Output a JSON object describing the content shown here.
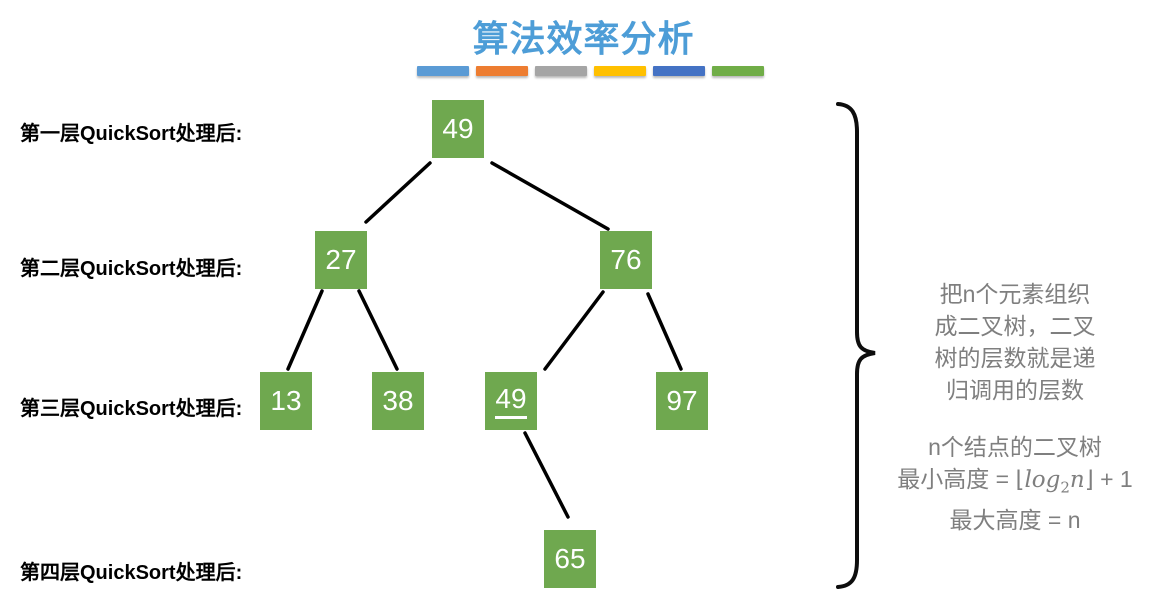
{
  "title": "算法效率分析",
  "colors": {
    "title": "#4D9DD7",
    "node_green": "#6FA84F",
    "annotation_gray": "#7F7F7F",
    "edge_black": "#000000"
  },
  "accent_bars": [
    {
      "name": "bar-blue",
      "color": "#5B9BD5"
    },
    {
      "name": "bar-orange",
      "color": "#ED7D31"
    },
    {
      "name": "bar-gray",
      "color": "#A5A5A5"
    },
    {
      "name": "bar-yellow",
      "color": "#FFC000"
    },
    {
      "name": "bar-dark-blue",
      "color": "#4472C4"
    },
    {
      "name": "bar-green",
      "color": "#70AD47"
    }
  ],
  "row_labels": [
    "第一层QuickSort处理后:",
    "第二层QuickSort处理后:",
    "第三层QuickSort处理后:",
    "第四层QuickSort处理后:"
  ],
  "tree": {
    "node_color": "#6FA84F",
    "nodes": [
      {
        "value": "49",
        "level": 1,
        "underlined": false
      },
      {
        "value": "27",
        "level": 2,
        "underlined": false
      },
      {
        "value": "76",
        "level": 2,
        "underlined": false
      },
      {
        "value": "13",
        "level": 3,
        "underlined": false
      },
      {
        "value": "38",
        "level": 3,
        "underlined": false
      },
      {
        "value": "49",
        "level": 3,
        "underlined": true
      },
      {
        "value": "97",
        "level": 3,
        "underlined": false
      },
      {
        "value": "65",
        "level": 4,
        "underlined": false
      }
    ],
    "edges": [
      [
        "49(L1)",
        "27"
      ],
      [
        "49(L1)",
        "76"
      ],
      [
        "27",
        "13"
      ],
      [
        "27",
        "38"
      ],
      [
        "76",
        "49(L3)"
      ],
      [
        "76",
        "97"
      ],
      [
        "49(L3)",
        "65"
      ]
    ]
  },
  "annotation": {
    "text_color": "#7F7F7F",
    "lines": [
      "把n个元素组织",
      "成二叉树，二叉",
      "树的层数就是递",
      "归调用的层数"
    ],
    "line_nodes": "n个结点的二叉树",
    "formula_min": {
      "pre": "最小高度 = ⌊",
      "log": "log",
      "sub": "2",
      "var": "n",
      "post": "⌋ + 1"
    },
    "formula_max": "最大高度 = n"
  }
}
